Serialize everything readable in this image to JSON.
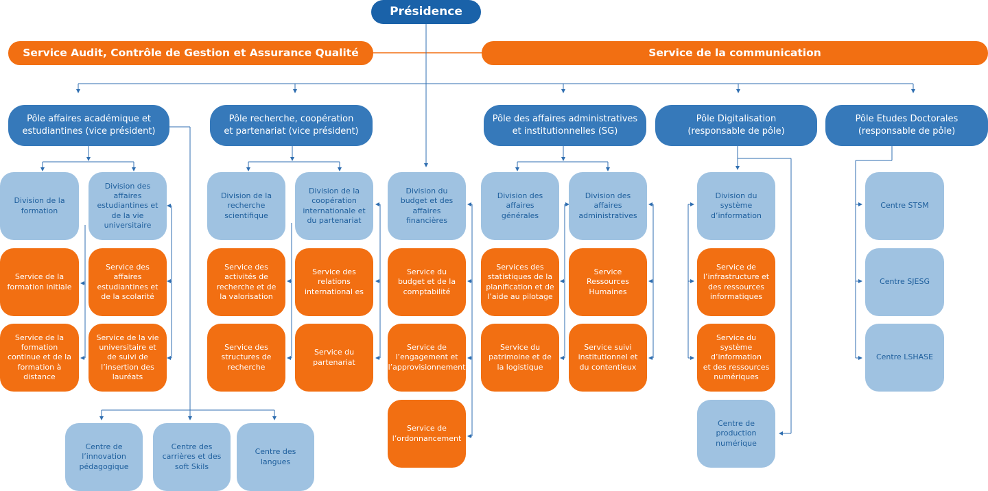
{
  "presidence": "Présidence",
  "audit": "Service Audit, Contrôle de Gestion et Assurance Qualité",
  "communication": "Service de la communication",
  "poles": {
    "academique": "Pôle affaires académique et\nestudiantines (vice président)",
    "recherche": "Pôle recherche, coopération\net partenariat (vice président)",
    "administratif": "Pôle des affaires administratives\net institutionnelles (SG)",
    "digital": "Pôle Digitalisation\n(responsable de pôle)",
    "doctoral": "Pôle Etudes Doctorales\n(responsable de pôle)"
  },
  "academique": {
    "div_formation": "Division de la\nformation",
    "div_affaires": "Division des\naffaires\nestudiantines et\nde la vie\nuniversitaire",
    "svc_formation_initiale": "Service de la\nformation initiale",
    "svc_affaires_scolarite": "Service des\naffaires\nestudiantines et\nde la scolarité",
    "svc_formation_continue": "Service de la\nformation\ncontinue et de la\nformation à\ndistance",
    "svc_vie_universitaire": "Service de la vie\nuniversitaire et\nde suivi de\nl’insertion des\nlauréats",
    "centre_innovation": "Centre de\nl’innovation\npédagogique",
    "centre_carrieres": "Centre des\ncarrières et des\nsoft Skils",
    "centre_langues": "Centre des\nlangues"
  },
  "recherche": {
    "div_recherche": "Division de la\nrecherche\nscientifique",
    "div_cooperation": "Division de la\ncoopération\ninternationale et\ndu partenariat",
    "svc_activites": "Service des\nactivités de\nrecherche et de\nla valorisation",
    "svc_relations": "Service des\nrelations\ninternational es",
    "svc_structures": "Service des\nstructures de\nrecherche",
    "svc_partenariat": "Service du\npartenariat"
  },
  "budget": {
    "div_budget": "Division du\nbudget et des\naffaires\nfinancières",
    "svc_comptabilite": "Service du\nbudget et de la\ncomptabilité",
    "svc_engagement": "Service de\nl’engagement et\nl’approvisionnement",
    "svc_ordonnancement": "Service de\nl’ordonnancement"
  },
  "administratif": {
    "div_generales": "Division des\naffaires\ngénérales",
    "div_administratives": "Division des\naffaires\nadministratives",
    "svc_statistiques": "Services des\nstatistiques de la\nplanification et de\nl’aide au pilotage",
    "svc_rh": "Service\nRessources\nHumaines",
    "svc_patrimoine": "Service du\npatrimoine et de\nla logistique",
    "svc_suivi": "Service suivi\ninstitutionnel et\ndu contentieux"
  },
  "digital": {
    "div_si": "Division du\nsystème\nd’information",
    "svc_infrastructure": "Service de\nl’infrastructure et\ndes ressources\ninformatiques",
    "svc_si": "Service du\nsystème\nd’information\net des ressources\nnumériques",
    "centre_production": "Centre de\nproduction\nnumérique"
  },
  "doctoral": {
    "centre_stsm": "Centre STSM",
    "centre_sjesg": "Centre SJESG",
    "centre_lshase": "Centre LSHASE"
  },
  "colors": {
    "top": "#1a62a9",
    "pole": "#3679ba",
    "division": "#9fc2e1",
    "division_text": "#1d5e9c",
    "service": "#f26f12",
    "connector": "#2f6eb0"
  }
}
